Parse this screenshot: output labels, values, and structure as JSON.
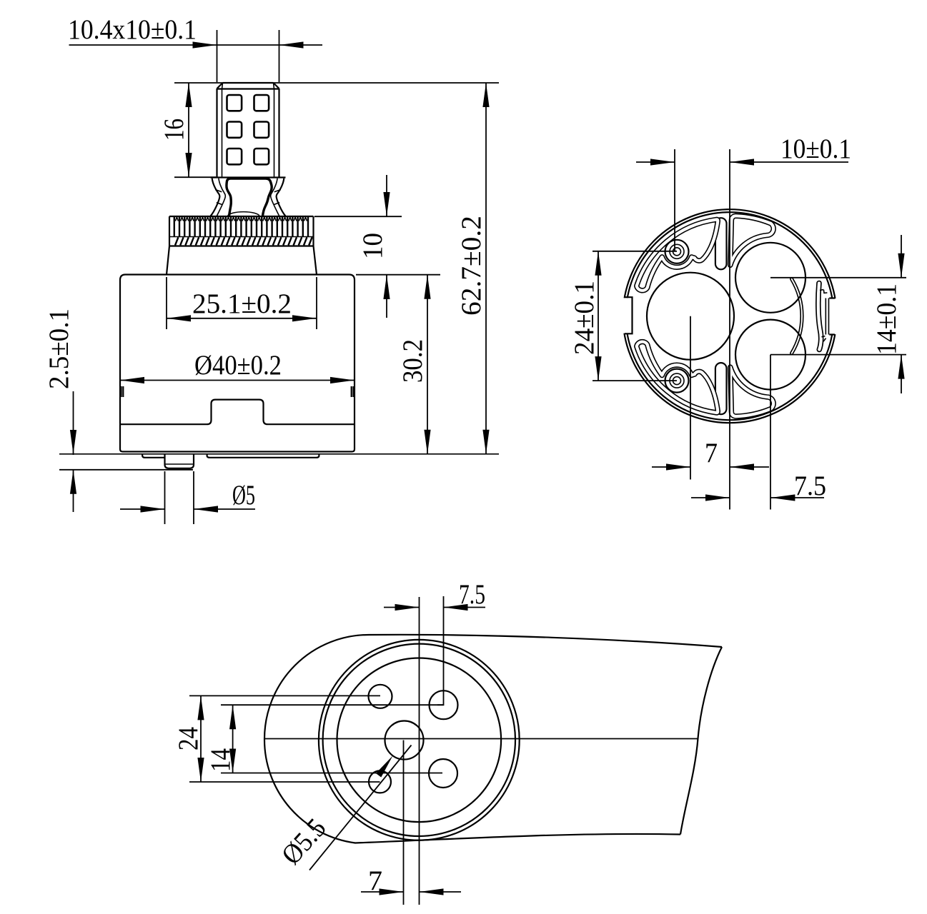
{
  "colors": {
    "ink": "#000000",
    "paper": "#ffffff"
  },
  "views": {
    "front": {
      "dims": {
        "stem_cross_section": "10.4x10±0.1",
        "stem_length": "16",
        "collar_to_body": "10",
        "overall_height": "62.7±0.2",
        "shoulder_width": "25.1±0.2",
        "body_diameter": "Ø40±0.2",
        "body_height": "30.2",
        "base_lip_height": "2.5±0.1",
        "pin_diameter": "Ø5"
      }
    },
    "base": {
      "dims": {
        "screw_boss_offset": "10±0.1",
        "screw_boss_spacing": "24±0.1",
        "port_spacing": "14±0.1",
        "inlet_offset": "7",
        "port_offset": "7.5"
      }
    },
    "deck": {
      "dims": {
        "hole_offset_top": "7.5",
        "left_hole_spacing": "24",
        "right_hole_spacing": "14",
        "pilot_hole_diameter": "Ø5.5",
        "center_offset_bottom": "7"
      }
    }
  }
}
